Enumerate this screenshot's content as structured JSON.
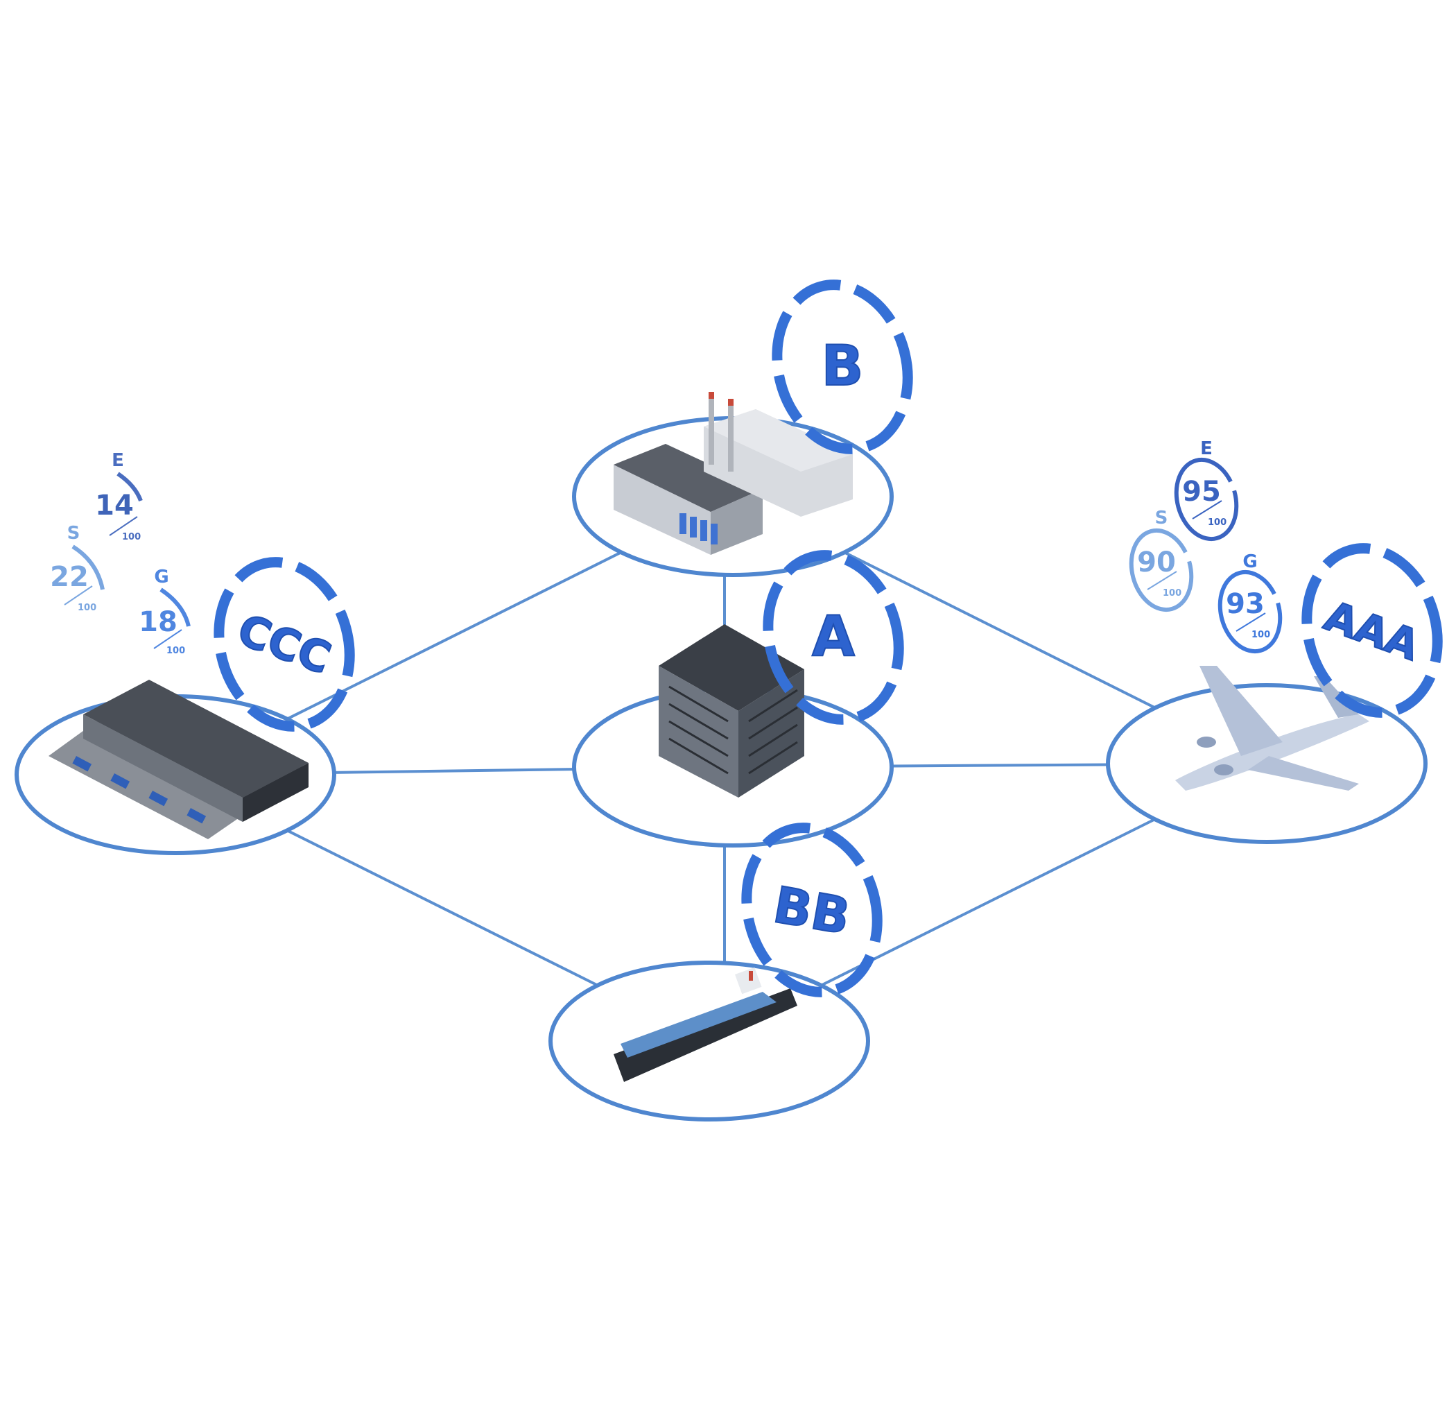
{
  "nodes": [
    {
      "id": "warehouse",
      "rating": "CCC"
    },
    {
      "id": "factory",
      "rating": "B"
    },
    {
      "id": "office",
      "rating": "A"
    },
    {
      "id": "ship",
      "rating": "BB"
    },
    {
      "id": "airplane",
      "rating": "AAA"
    }
  ],
  "scores_left": [
    {
      "letter": "E",
      "value": "14",
      "max": "100"
    },
    {
      "letter": "S",
      "value": "22",
      "max": "100"
    },
    {
      "letter": "G",
      "value": "18",
      "max": "100"
    }
  ],
  "scores_right": [
    {
      "letter": "E",
      "value": "95",
      "max": "100"
    },
    {
      "letter": "S",
      "value": "90",
      "max": "100"
    },
    {
      "letter": "G",
      "value": "93",
      "max": "100"
    }
  ],
  "colors": {
    "accent": "#3570d6",
    "line": "#5b8fd0",
    "light": "#7aa6e0"
  }
}
